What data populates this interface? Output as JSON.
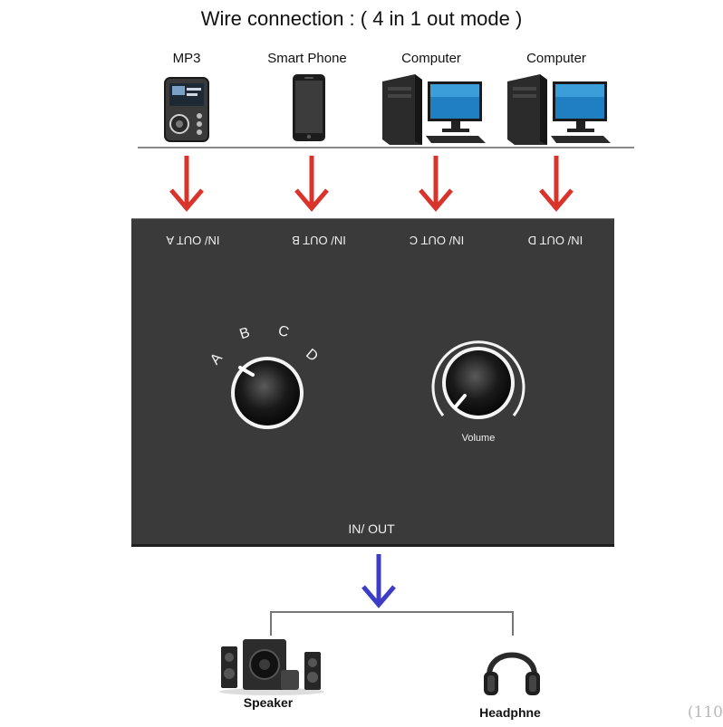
{
  "title": "Wire connection : ( 4 in 1 out mode )",
  "sources": [
    {
      "label": "MP3",
      "icon": "mp3-player-icon"
    },
    {
      "label": "Smart Phone",
      "icon": "smartphone-icon"
    },
    {
      "label": "Computer",
      "icon": "desktop-computer-icon"
    },
    {
      "label": "Computer",
      "icon": "desktop-computer-icon"
    }
  ],
  "panel": {
    "ports": [
      "IN/ OUT A",
      "IN/ OUT B",
      "IN/ OUT C",
      "IN/ OUT D"
    ],
    "selector_letters": [
      "A",
      "B",
      "C",
      "D"
    ],
    "volume_label": "Volume",
    "output_port": "IN/ OUT"
  },
  "outputs": [
    {
      "label": "Speaker",
      "icon": "speaker-set-icon"
    },
    {
      "label": "Headphne",
      "icon": "headphones-icon"
    }
  ],
  "corner_text": "(110",
  "colors": {
    "input_arrow": "#d9342b",
    "output_arrow": "#3c3cc8",
    "panel": "#3a3a3a"
  }
}
